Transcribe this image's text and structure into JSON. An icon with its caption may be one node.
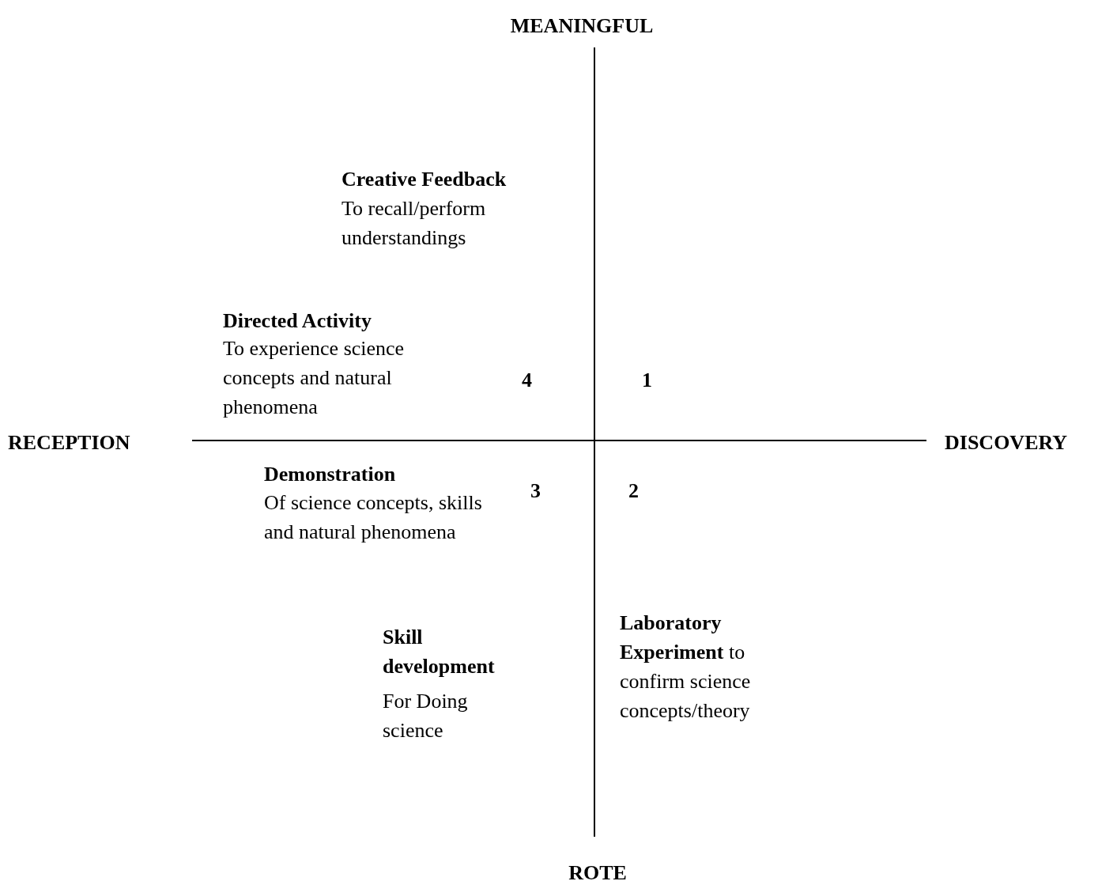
{
  "diagram": {
    "labels": [
      "MEANINGFUL",
      "Creative Feedback",
      "To recall/perform understandings",
      "Directed Activity",
      "To experience science concepts and natural phenomena",
      "4",
      "1",
      "RECEPTION",
      "DISCOVERY",
      "Demonstration",
      "Of science concepts, skills and natural phenomena",
      "3",
      "2",
      "**Laboratory Experiment** to confirm science concepts/theory",
      "Skill development",
      "For Doing science",
      "ROTE"
    ]
  }
}
